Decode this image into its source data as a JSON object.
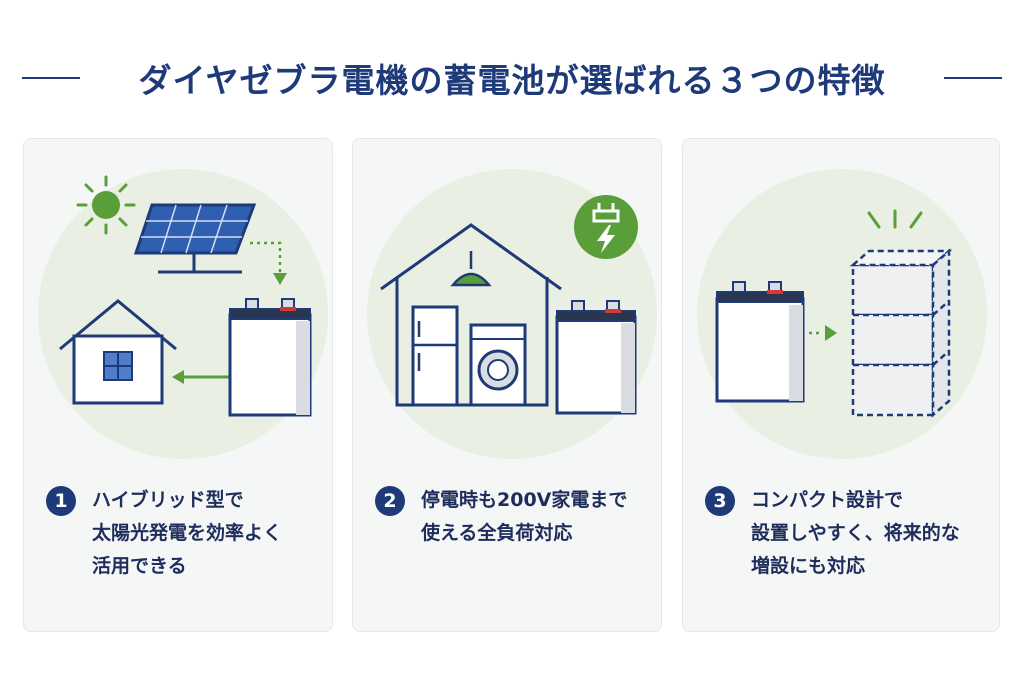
{
  "title": "ダイヤゼブラ電機の蓄電池が選ばれる３つの特徴",
  "colors": {
    "navy": "#1e3a78",
    "green": "#5a9e3a",
    "card_bg": "#f5f6f6",
    "blob": "#e9efe3"
  },
  "features": [
    {
      "number": "1",
      "lines": [
        "ハイブリッド型で",
        "太陽光発電を効率よく",
        "活用できる"
      ],
      "icons": [
        "sun-icon",
        "solar-panel-icon",
        "house-icon",
        "battery-icon",
        "arrow-icon"
      ]
    },
    {
      "number": "2",
      "lines": [
        "停電時も200V家電まで",
        "使える全負荷対応"
      ],
      "icons": [
        "plug-lightning-icon",
        "house-icon",
        "lamp-icon",
        "refrigerator-icon",
        "washing-machine-icon",
        "battery-icon"
      ]
    },
    {
      "number": "3",
      "lines": [
        "コンパクト設計で",
        "設置しやすく、将来的な",
        "増設にも対応"
      ],
      "icons": [
        "battery-icon",
        "arrow-icon",
        "expansion-stack-icon"
      ]
    }
  ]
}
